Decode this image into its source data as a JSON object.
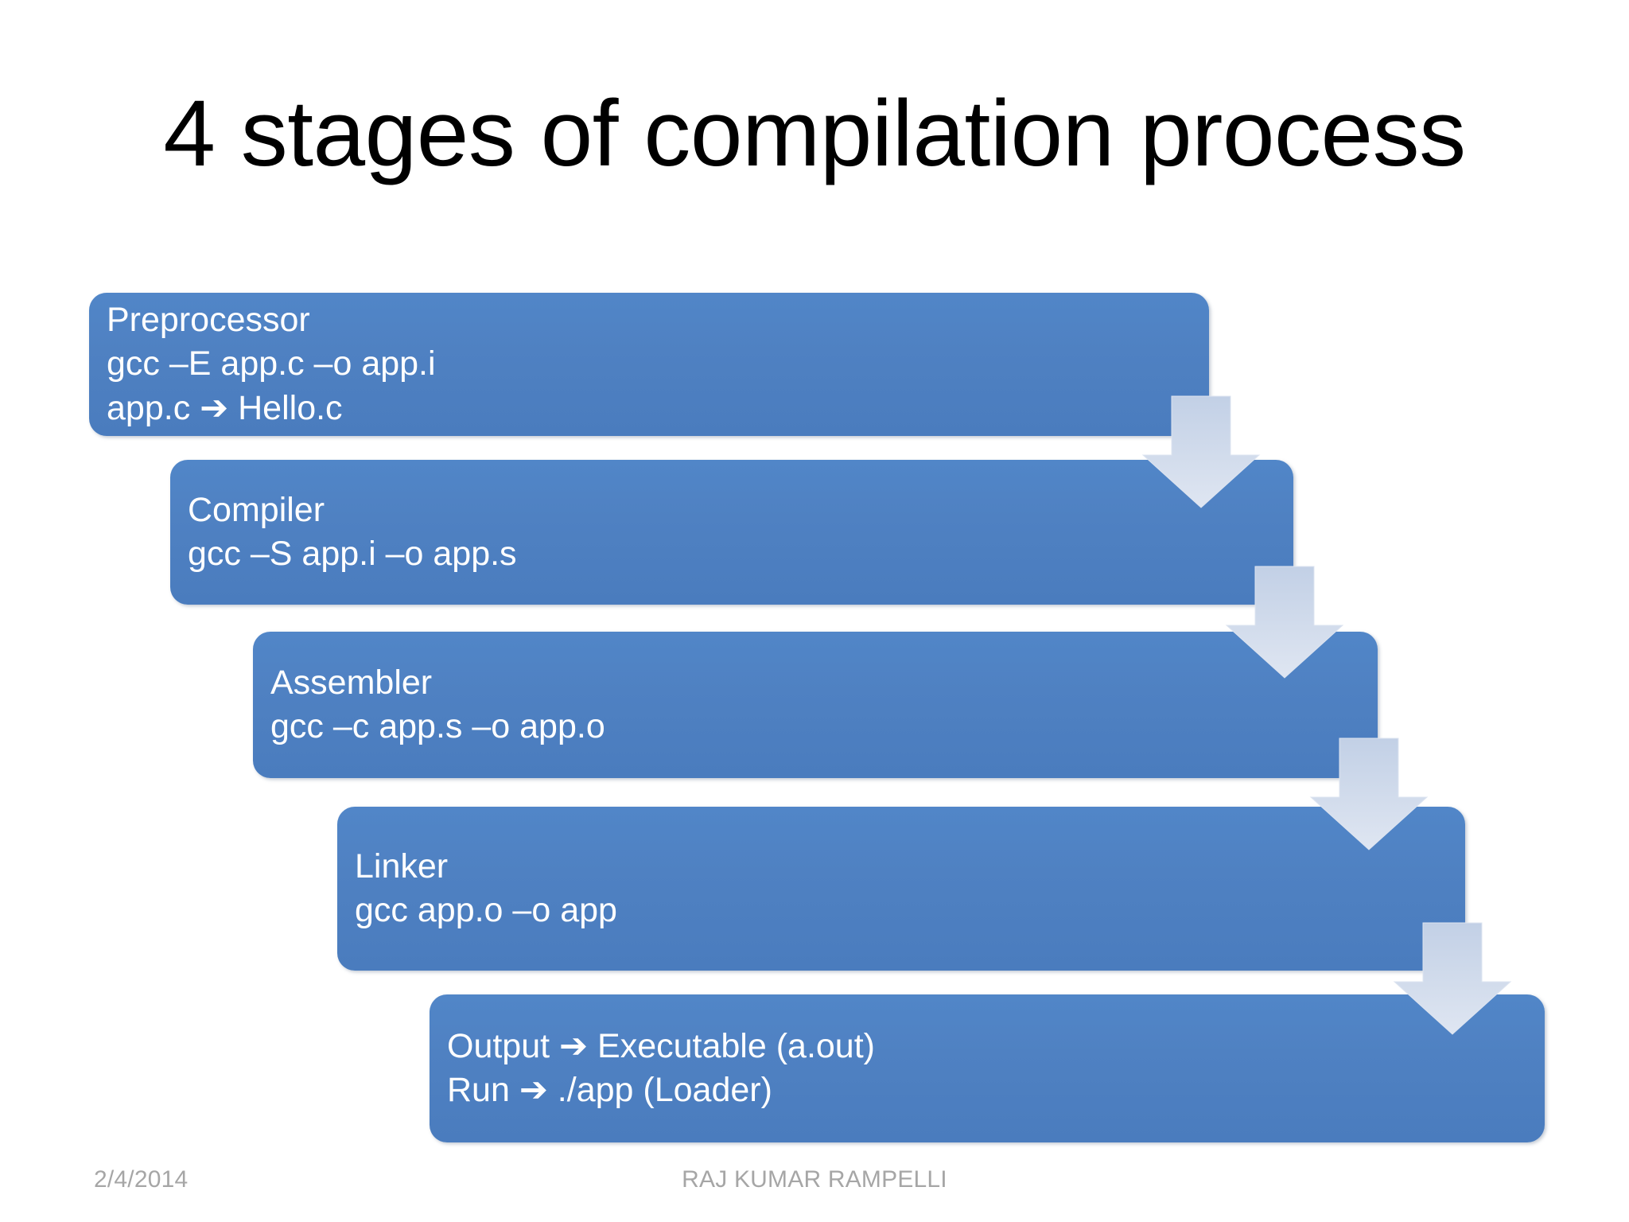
{
  "slide": {
    "title": "4 stages of compilation process",
    "background_color": "#ffffff",
    "box_color": "#4f81c2",
    "arrow_color": "#c9d5e8",
    "title_color": "#000000",
    "box_text_color": "#ffffff",
    "footer_color": "#a6a6a6"
  },
  "stages": [
    {
      "name": "preprocessor",
      "lines": [
        "Preprocessor",
        "gcc –E app.c –o app.i",
        "app.c ➔ Hello.c"
      ]
    },
    {
      "name": "compiler",
      "lines": [
        "Compiler",
        "gcc –S app.i –o app.s"
      ]
    },
    {
      "name": "assembler",
      "lines": [
        "Assembler",
        "gcc –c app.s –o app.o"
      ]
    },
    {
      "name": "linker",
      "lines": [
        "Linker",
        "gcc app.o –o app"
      ]
    },
    {
      "name": "output",
      "lines": [
        "Output ➔ Executable (a.out)",
        "Run ➔ ./app (Loader)"
      ]
    }
  ],
  "arrows": [
    {
      "name": "arrow-preprocessor-to-compiler"
    },
    {
      "name": "arrow-compiler-to-assembler"
    },
    {
      "name": "arrow-assembler-to-linker"
    },
    {
      "name": "arrow-linker-to-output"
    }
  ],
  "footer": {
    "date": "2/4/2014",
    "author": "RAJ KUMAR RAMPELLI"
  }
}
